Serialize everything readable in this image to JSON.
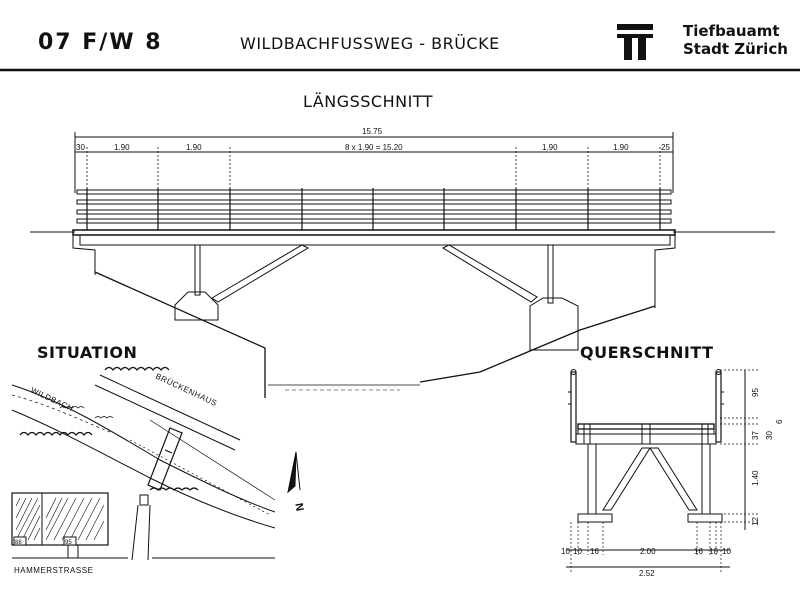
{
  "header": {
    "code": "07 F/W 8",
    "title": "WILDBACHFUSSWEG - BRÜCKE",
    "org_line1": "Tiefbauamt",
    "org_line2": "Stadt Zürich",
    "logo_icon": "tiefbauamt-logo-icon"
  },
  "sections": {
    "laengsschnitt": "LÄNGSSCHNITT",
    "situation": "SITUATION",
    "querschnitt": "QUERSCHNITT"
  },
  "laengsschnitt_dims": {
    "total": "15.75",
    "end_left": "30",
    "end_right": "25",
    "bays_span": "8 x 1.90 = 15.20",
    "bay_left_1": "1.90",
    "bay_left_2": "1.90",
    "bay_right_1": "1.90",
    "bay_right_2": "1.90"
  },
  "situation_labels": {
    "stream": "WILDBACH",
    "building": "BRÜCKENHAUS",
    "street": "HAMMERSTRASSE",
    "house_no_left": "88",
    "house_no_right": "95",
    "north": "N"
  },
  "querschnitt_dims": {
    "right_95": "95",
    "right_6": "6",
    "right_30": "30",
    "right_37": "37",
    "right_140": "1.40",
    "right_12": "12",
    "bottom_left_10a": "10",
    "bottom_left_10b": "10",
    "bottom_left_16": "16",
    "bottom_mid": "2.00",
    "bottom_right_16": "16",
    "bottom_right_10a": "10",
    "bottom_right_10b": "10",
    "bottom_total": "2.52"
  },
  "colors": {
    "ink": "#111111",
    "paper": "#ffffff"
  }
}
